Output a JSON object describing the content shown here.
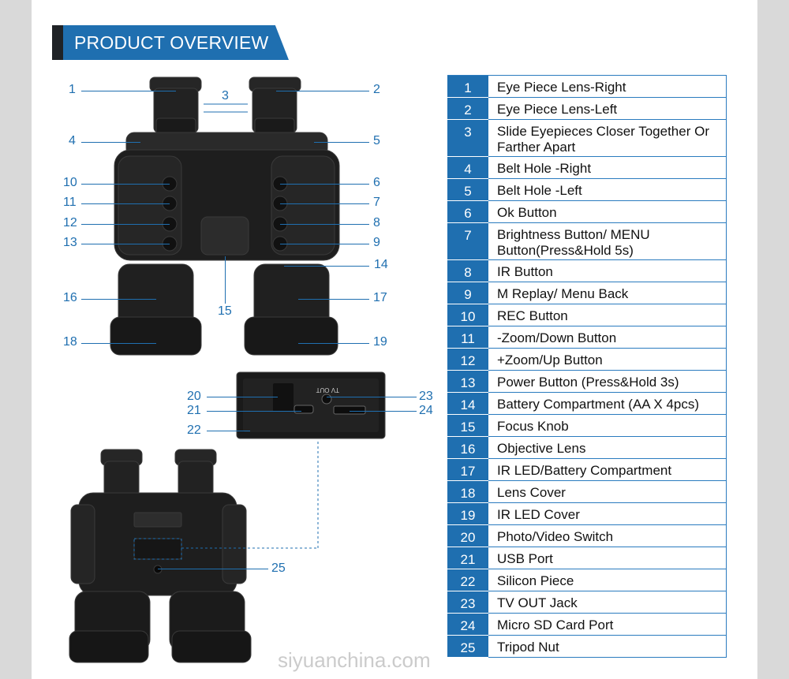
{
  "header": {
    "title": "PRODUCT OVERVIEW"
  },
  "parts": [
    {
      "num": "1",
      "desc": "Eye Piece Lens-Right"
    },
    {
      "num": "2",
      "desc": "Eye Piece Lens-Left"
    },
    {
      "num": "3",
      "desc": "Slide Eyepieces Closer Together Or Farther Apart"
    },
    {
      "num": "4",
      "desc": "Belt Hole -Right"
    },
    {
      "num": "5",
      "desc": "Belt Hole -Left"
    },
    {
      "num": "6",
      "desc": "Ok Button"
    },
    {
      "num": "7",
      "desc": "Brightness Button/ MENU Button(Press&Hold 5s)"
    },
    {
      "num": "8",
      "desc": "IR Button"
    },
    {
      "num": "9",
      "desc": "M Replay/ Menu Back"
    },
    {
      "num": "10",
      "desc": "REC Button"
    },
    {
      "num": "11",
      "desc": "-Zoom/Down Button"
    },
    {
      "num": "12",
      "desc": "+Zoom/Up Button"
    },
    {
      "num": "13",
      "desc": "Power Button (Press&Hold 3s)"
    },
    {
      "num": "14",
      "desc": "Battery Compartment  (AA X 4pcs)"
    },
    {
      "num": "15",
      "desc": "Focus Knob"
    },
    {
      "num": "16",
      "desc": "Objective Lens"
    },
    {
      "num": "17",
      "desc": "IR LED/Battery Compartment"
    },
    {
      "num": "18",
      "desc": "Lens Cover"
    },
    {
      "num": "19",
      "desc": "IR LED Cover"
    },
    {
      "num": "20",
      "desc": "Photo/Video Switch"
    },
    {
      "num": "21",
      "desc": "USB Port"
    },
    {
      "num": "22",
      "desc": "Silicon Piece"
    },
    {
      "num": "23",
      "desc": "TV OUT Jack"
    },
    {
      "num": "24",
      "desc": "Micro SD Card Port"
    },
    {
      "num": "25",
      "desc": "Tripod Nut"
    }
  ],
  "callouts": {
    "c1": "1",
    "c2": "2",
    "c3": "3",
    "c4": "4",
    "c5": "5",
    "c6": "6",
    "c7": "7",
    "c8": "8",
    "c9": "9",
    "c10": "10",
    "c11": "11",
    "c12": "12",
    "c13": "13",
    "c14": "14",
    "c15": "15",
    "c16": "16",
    "c17": "17",
    "c18": "18",
    "c19": "19",
    "c20": "20",
    "c21": "21",
    "c22": "22",
    "c23": "23",
    "c24": "24",
    "c25": "25"
  },
  "port_panel": {
    "tv_out_label": "TV OUT"
  },
  "watermark": "siyuanchina.com",
  "colors": {
    "accent": "#1f6fb0",
    "header_dark": "#1f2226",
    "device": "#1c1c1c"
  }
}
